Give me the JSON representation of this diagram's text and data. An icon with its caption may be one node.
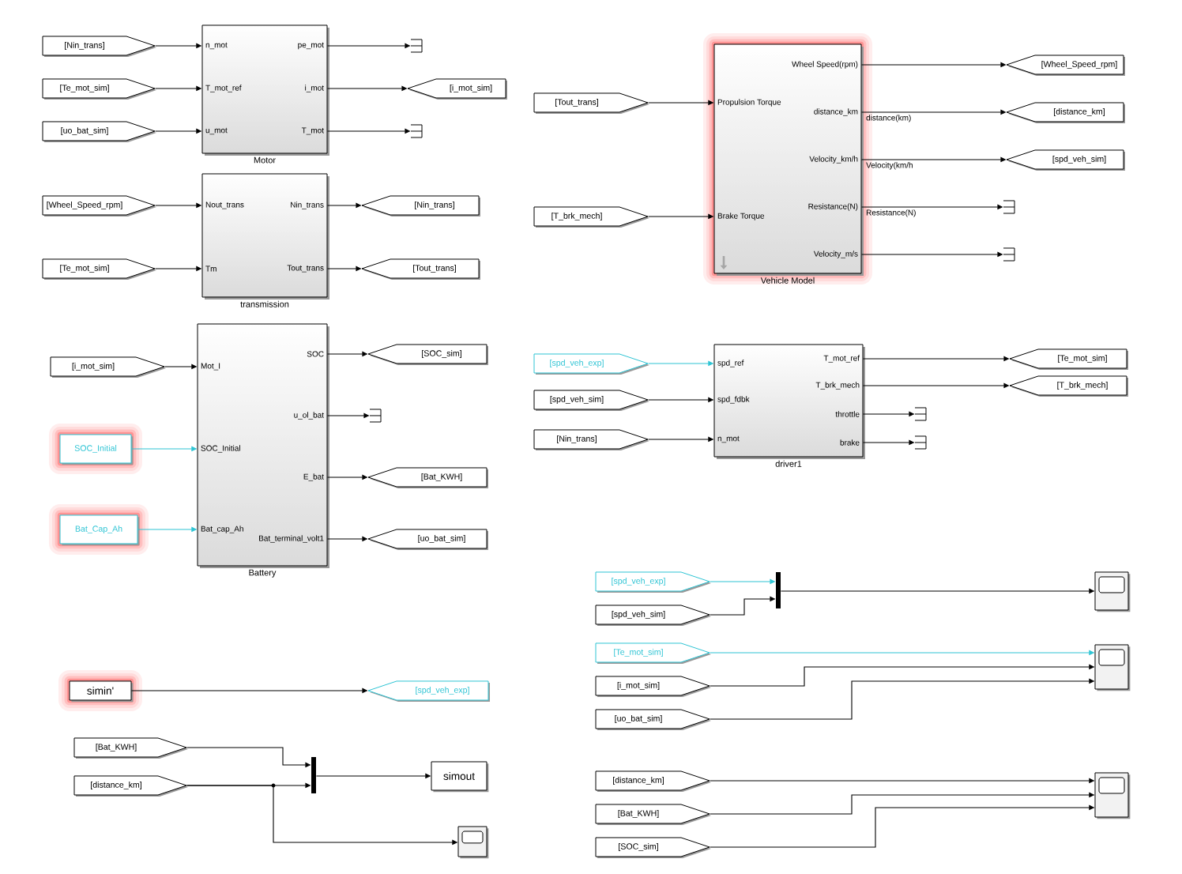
{
  "diagram": {
    "nodes": [
      {
        "text": [
          "[Nin_trans]"
        ]
      },
      {
        "text": [
          "[Te_mot_sim]"
        ]
      },
      {
        "text": [
          "[uo_bat_sim]"
        ]
      },
      {
        "text": [
          "n_mot",
          "pe_mot",
          "T_mot_ref",
          "i_mot",
          "u_mot",
          "T_mot",
          "Motor"
        ]
      },
      {
        "text": [],
        "shape": "bracket"
      },
      {
        "text": [
          "[i_mot_sim]"
        ]
      },
      {
        "text": [],
        "shape": "bracket"
      },
      {
        "text": [
          "[Wheel_Speed_rpm]"
        ]
      },
      {
        "text": [
          "[Te_mot_sim]"
        ]
      },
      {
        "text": [
          "Nout_trans",
          "Nin_trans",
          "Tm",
          "Tout_trans",
          "transmission"
        ]
      },
      {
        "text": [
          "[Nin_trans]"
        ]
      },
      {
        "text": [
          "[Tout_trans]"
        ]
      },
      {
        "text": [
          "[i_mot_sim]"
        ]
      },
      {
        "text": [
          "SOC_Initial"
        ]
      },
      {
        "text": [
          "Bat_Cap_Ah"
        ]
      },
      {
        "text": [
          "SOC",
          "Mot_I",
          "u_ol_bat",
          "SOC_Initial",
          "E_bat",
          "Bat_cap_Ah",
          "Bat_terminal_volt1",
          "Battery"
        ]
      },
      {
        "text": [
          "[SOC_sim]"
        ]
      },
      {
        "text": [],
        "shape": "bracket"
      },
      {
        "text": [
          "[Bat_KWH]"
        ]
      },
      {
        "text": [
          "[uo_bat_sim]"
        ]
      },
      {
        "text": [
          "simin'"
        ]
      },
      {
        "text": [
          "[spd_veh_exp]"
        ]
      },
      {
        "text": [
          "[Bat_KWH]"
        ]
      },
      {
        "text": [
          "[distance_km]"
        ]
      },
      {
        "text": [],
        "shape": "bar"
      },
      {
        "text": [
          "simout"
        ]
      },
      {
        "text": [],
        "shape": "screen"
      },
      {
        "text": [
          "[Tout_trans]"
        ]
      },
      {
        "text": [
          "[T_brk_mech]"
        ]
      },
      {
        "text": [
          "Wheel Speed(rpm)",
          "Propulsion Torque",
          "distance_km",
          "Velocity_km/h",
          "Resistance(N)",
          "Brake Torque",
          "Velocity_m/s",
          "Vehicle Model"
        ]
      },
      {
        "text": [
          "[Wheel_Speed_rpm]"
        ]
      },
      {
        "text": [
          "[distance_km]"
        ]
      },
      {
        "text": [
          "[spd_veh_sim]"
        ]
      },
      {
        "text": [],
        "shape": "bracket"
      },
      {
        "text": [],
        "shape": "bracket"
      },
      {
        "text": [
          "[spd_veh_exp]"
        ]
      },
      {
        "text": [
          "[spd_veh_sim]"
        ]
      },
      {
        "text": [
          "[Nin_trans]"
        ]
      },
      {
        "text": [
          "T_mot_ref",
          "spd_ref",
          "T_brk_mech",
          "spd_fdbk",
          "throttle",
          "n_mot",
          "brake",
          "driver1"
        ]
      },
      {
        "text": [
          "[Te_mot_sim]"
        ]
      },
      {
        "text": [
          "[T_brk_mech]"
        ]
      },
      {
        "text": [],
        "shape": "bracket"
      },
      {
        "text": [],
        "shape": "bracket"
      },
      {
        "text": [
          "[spd_veh_exp]"
        ]
      },
      {
        "text": [
          "[spd_veh_sim]"
        ]
      },
      {
        "text": [],
        "shape": "bar"
      },
      {
        "text": [],
        "shape": "screen"
      },
      {
        "text": [
          "[Te_mot_sim]"
        ]
      },
      {
        "text": [
          "[i_mot_sim]"
        ]
      },
      {
        "text": [
          "[uo_bat_sim]"
        ]
      },
      {
        "text": [],
        "shape": "screen"
      },
      {
        "text": [
          "[distance_km]"
        ]
      },
      {
        "text": [
          "[Bat_KWH]"
        ]
      },
      {
        "text": [
          "[SOC_sim]"
        ]
      },
      {
        "text": [],
        "shape": "screen"
      }
    ],
    "edges": [
      {
        "from": 0,
        "to": 3,
        "arrow": "to"
      },
      {
        "from": 1,
        "to": 3,
        "arrow": "to"
      },
      {
        "from": 2,
        "to": 3,
        "arrow": "to"
      },
      {
        "from": 3,
        "to": 4,
        "arrow": "to"
      },
      {
        "from": 3,
        "to": 5,
        "arrow": "to"
      },
      {
        "from": 3,
        "to": 6,
        "arrow": "to"
      },
      {
        "from": 7,
        "to": 9,
        "arrow": "to"
      },
      {
        "from": 8,
        "to": 9,
        "arrow": "to"
      },
      {
        "from": 9,
        "to": 10,
        "arrow": "to"
      },
      {
        "from": 9,
        "to": 11,
        "arrow": "to"
      },
      {
        "from": 12,
        "to": 15,
        "arrow": "to"
      },
      {
        "from": 13,
        "to": 15,
        "arrow": "to",
        "color": "#2ec4d4"
      },
      {
        "from": 14,
        "to": 15,
        "arrow": "to",
        "color": "#2ec4d4"
      },
      {
        "from": 15,
        "to": 16,
        "arrow": "to"
      },
      {
        "from": 15,
        "to": 17,
        "arrow": "to"
      },
      {
        "from": 15,
        "to": 18,
        "arrow": "to"
      },
      {
        "from": 15,
        "to": 19,
        "arrow": "to"
      },
      {
        "from": 20,
        "to": 21,
        "arrow": "to"
      },
      {
        "from": 22,
        "to": 24,
        "arrow": "to"
      },
      {
        "from": 23,
        "to": 24,
        "arrow": "to"
      },
      {
        "from": 23,
        "to": 26,
        "arrow": "to"
      },
      {
        "from": 24,
        "to": 25,
        "arrow": "to"
      },
      {
        "from": 27,
        "to": 29,
        "arrow": "to"
      },
      {
        "from": 28,
        "to": 29,
        "arrow": "to"
      },
      {
        "from": 29,
        "to": 30,
        "arrow": "to"
      },
      {
        "from": 29,
        "to": 31,
        "arrow": "to",
        "label": "distance(km)"
      },
      {
        "from": 29,
        "to": 32,
        "arrow": "to",
        "label": "Velocity(km/h"
      },
      {
        "from": 29,
        "to": 33,
        "arrow": "to",
        "label": "Resistance(N)"
      },
      {
        "from": 29,
        "to": 34,
        "arrow": "to"
      },
      {
        "from": 35,
        "to": 38,
        "arrow": "to",
        "color": "#2ec4d4"
      },
      {
        "from": 36,
        "to": 38,
        "arrow": "to"
      },
      {
        "from": 37,
        "to": 38,
        "arrow": "to"
      },
      {
        "from": 38,
        "to": 39,
        "arrow": "to"
      },
      {
        "from": 38,
        "to": 40,
        "arrow": "to"
      },
      {
        "from": 38,
        "to": 41,
        "arrow": "to"
      },
      {
        "from": 38,
        "to": 42,
        "arrow": "to"
      },
      {
        "from": 43,
        "to": 45,
        "arrow": "to",
        "color": "#2ec4d4"
      },
      {
        "from": 44,
        "to": 45,
        "arrow": "to"
      },
      {
        "from": 45,
        "to": 46,
        "arrow": "to"
      },
      {
        "from": 47,
        "to": 50,
        "arrow": "to",
        "color": "#2ec4d4"
      },
      {
        "from": 48,
        "to": 50,
        "arrow": "to"
      },
      {
        "from": 49,
        "to": 50,
        "arrow": "to"
      },
      {
        "from": 51,
        "to": 54,
        "arrow": "to"
      },
      {
        "from": 52,
        "to": 54,
        "arrow": "to"
      },
      {
        "from": 53,
        "to": 54,
        "arrow": "to"
      }
    ]
  }
}
